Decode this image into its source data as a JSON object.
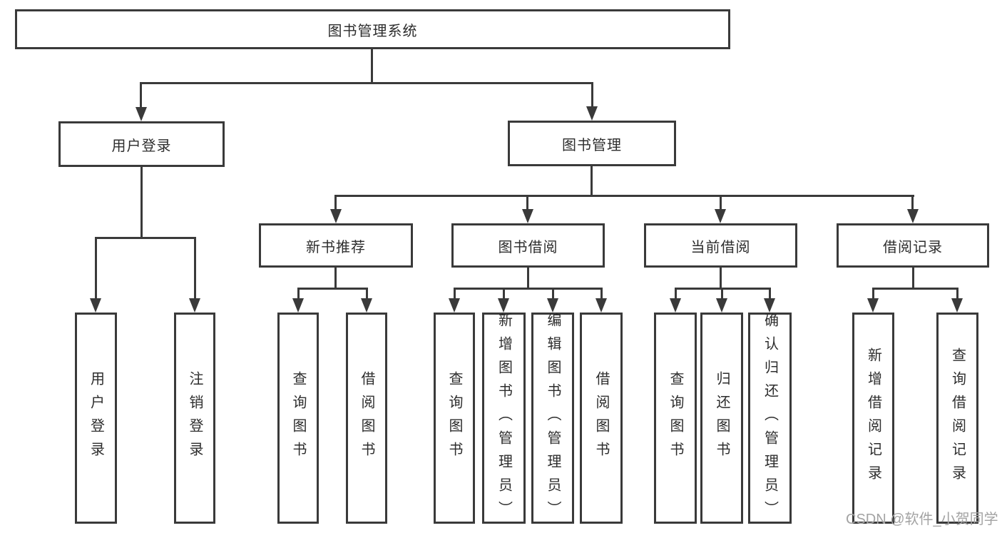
{
  "nodes": {
    "root": "图书管理系统",
    "user_login": "用户登录",
    "book_management": "图书管理",
    "new_book_recommend": "新书推荐",
    "book_borrow": "图书借阅",
    "current_borrow": "当前借阅",
    "borrow_records": "借阅记录"
  },
  "leaves": {
    "user_login": "用户登录",
    "logout_login": "注销登录",
    "recommend_query_books": "查询图书",
    "recommend_borrow_books": "借阅图书",
    "borrow_query_books": "查询图书",
    "borrow_add_books": "新增图书（管理员）",
    "borrow_edit_books": "编辑图书（管理员）",
    "borrow_borrow_books": "借阅图书",
    "current_query_books": "查询图书",
    "current_return_books": "归还图书",
    "current_confirm_return": "确认归还（管理员）",
    "records_add_record": "新增借阅记录",
    "records_query_record": "查询借阅记录"
  },
  "watermark": "CSDN @软件_小贺同学",
  "colors": {
    "line": "#3a3a3a",
    "text": "#2d2d2d",
    "background": "#ffffff",
    "watermark": "#a3a3a3"
  }
}
